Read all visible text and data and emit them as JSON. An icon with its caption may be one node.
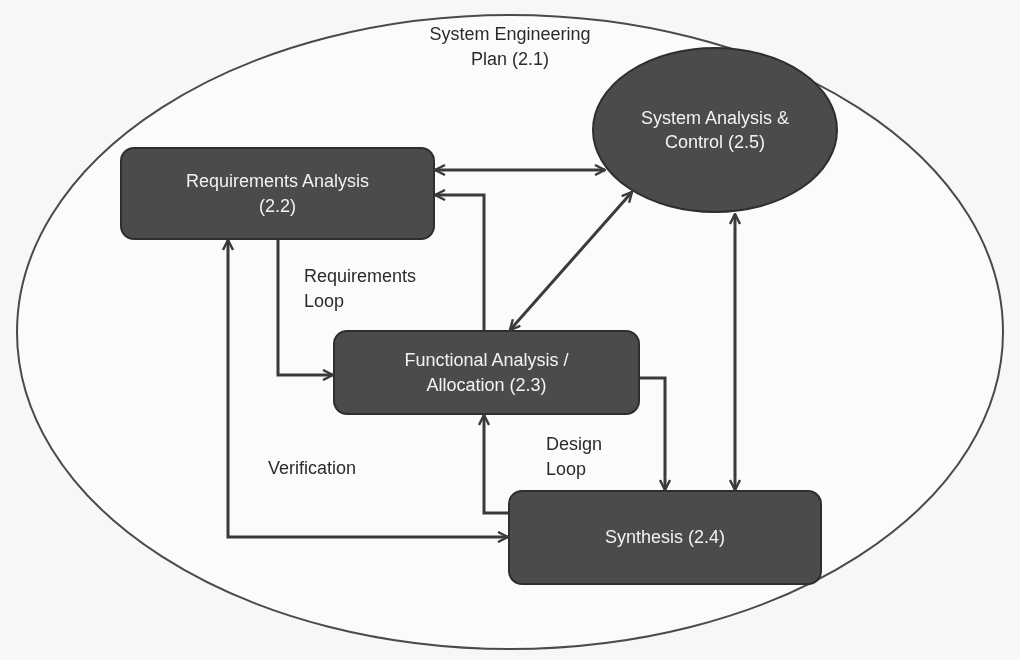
{
  "diagram": {
    "nodes": [
      {
        "text": [
          "System Engineering Plan (2.1)"
        ]
      },
      {
        "text": [
          "Requirements Analysis (2.2)"
        ],
        "in": 0
      },
      {
        "text": [
          "System Analysis & Control (2.5)"
        ],
        "in": 0
      },
      {
        "text": [
          "Functional Analysis / Allocation (2.3)"
        ],
        "in": 0
      },
      {
        "text": [
          "Synthesis (2.4)"
        ],
        "in": 0
      }
    ],
    "edges": [
      {
        "from": 1,
        "to": 2,
        "arrow": "both"
      },
      {
        "from": 1,
        "to": 3,
        "arrow": "to"
      },
      {
        "from": 3,
        "to": 1,
        "arrow": "to"
      },
      {
        "from": 2,
        "to": 3,
        "arrow": "both"
      },
      {
        "from": 3,
        "to": 4,
        "arrow": "to"
      },
      {
        "from": 4,
        "to": 3,
        "arrow": "to"
      },
      {
        "from": 2,
        "to": 4,
        "arrow": "both"
      },
      {
        "from": 1,
        "to": 4,
        "arrow": "both"
      }
    ],
    "labels": [
      "Requirements Loop",
      "Design Loop",
      "Verification"
    ]
  }
}
